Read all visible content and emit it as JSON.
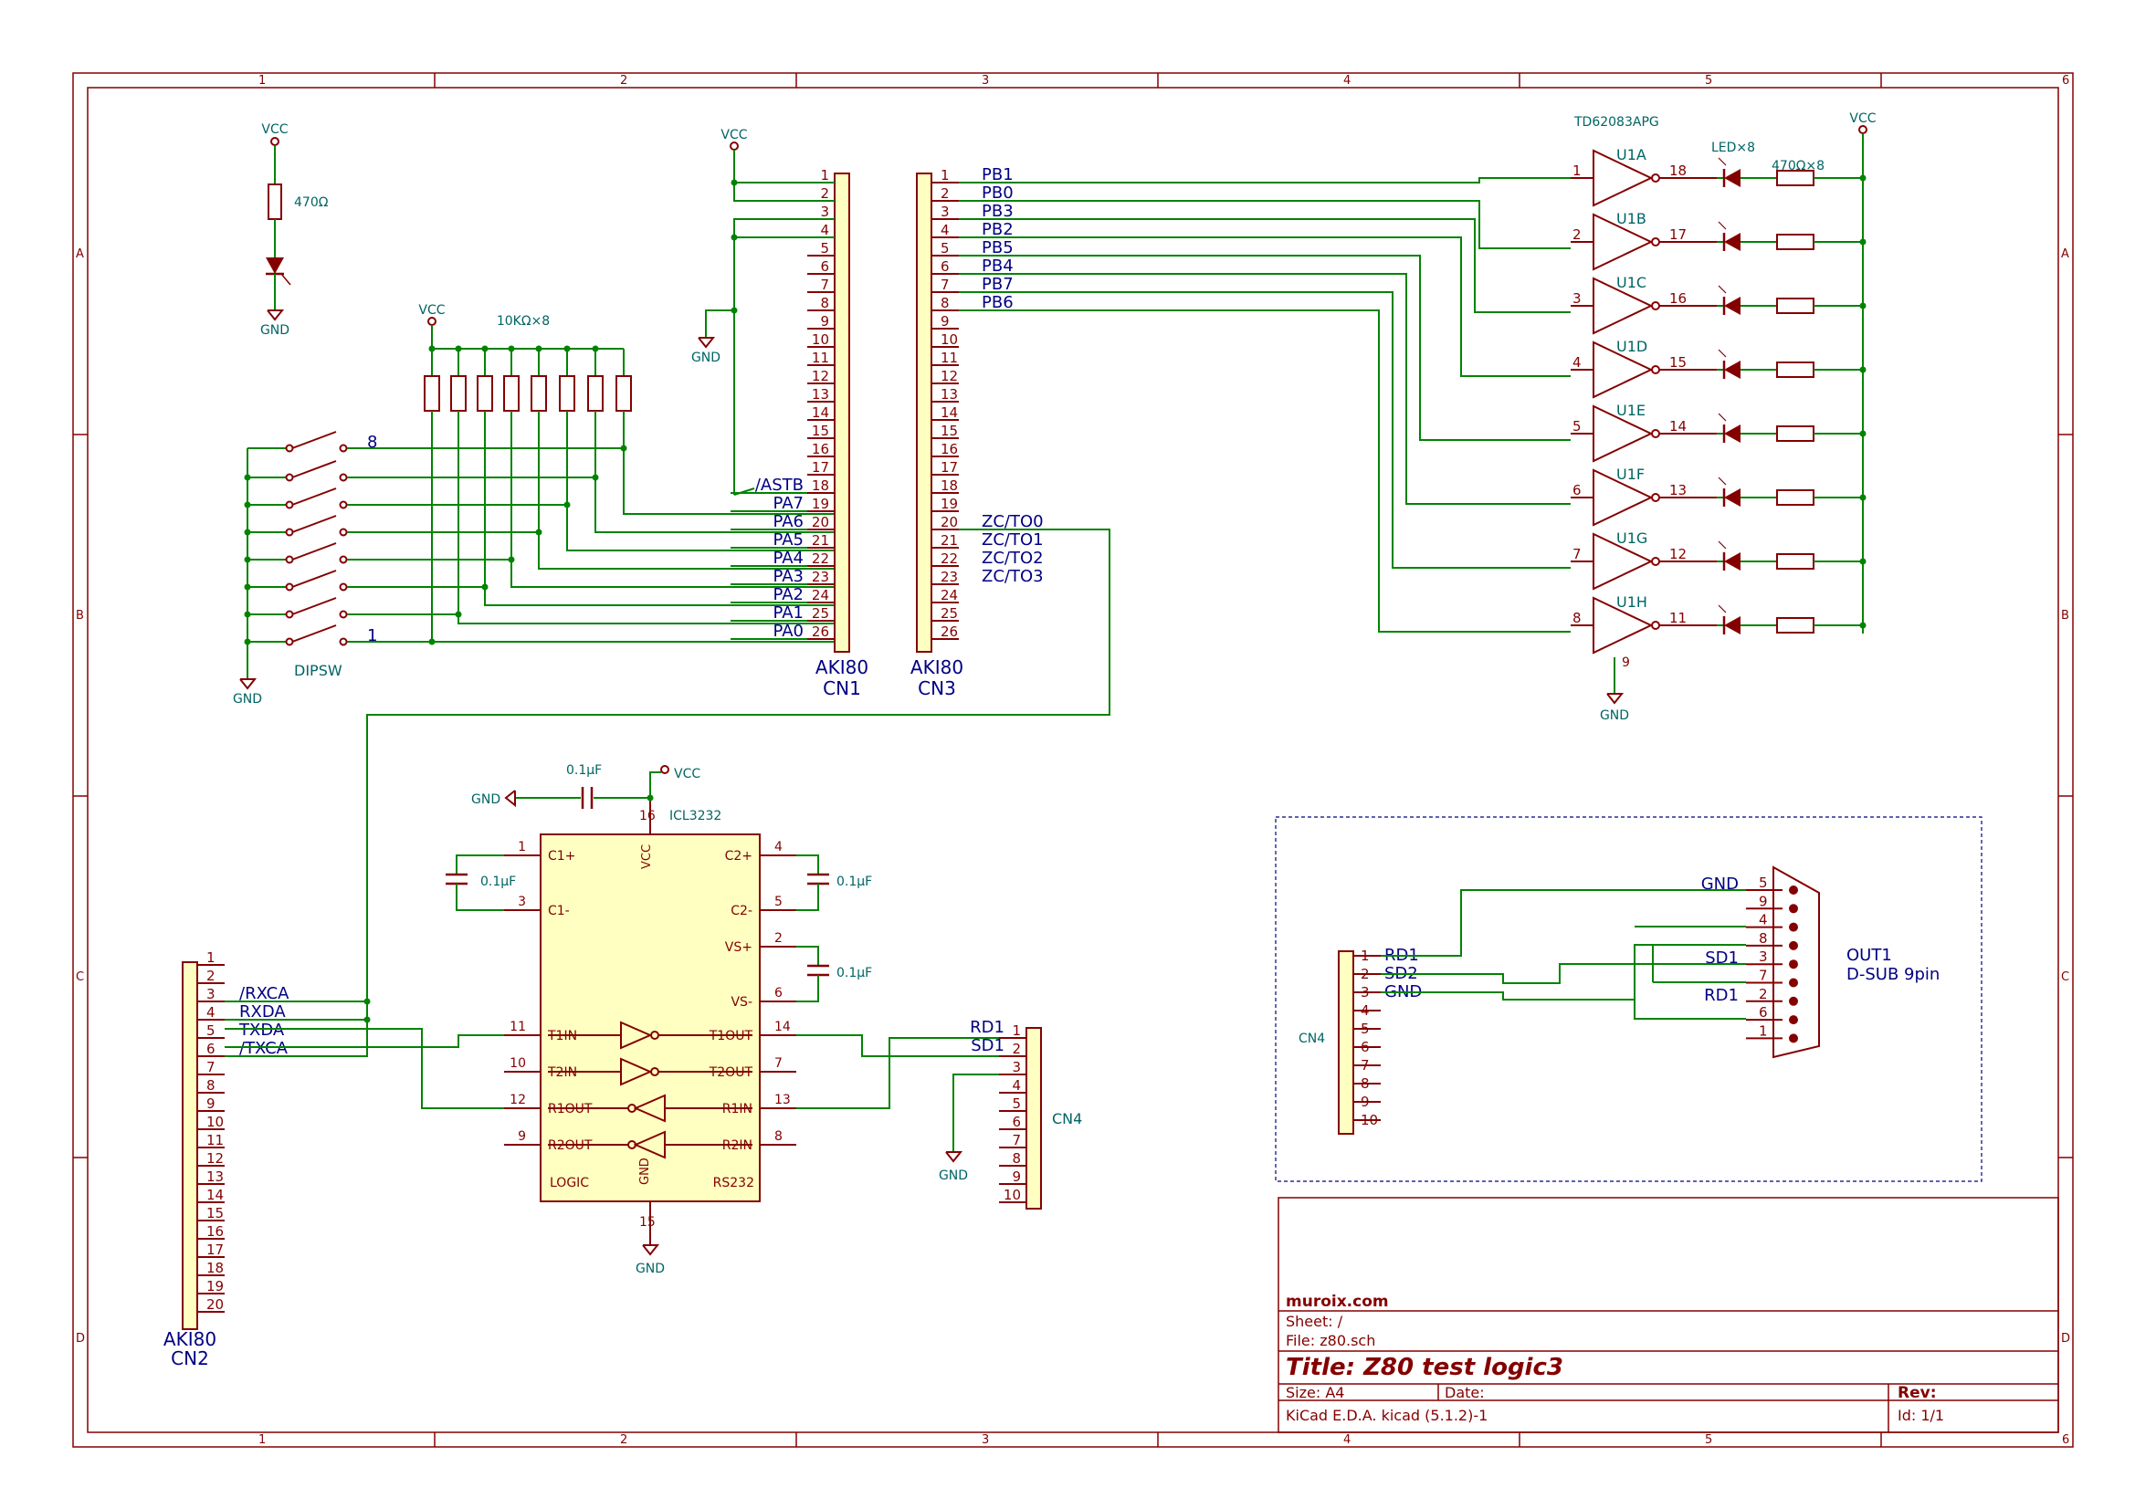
{
  "frame": {
    "columns": [
      "1",
      "2",
      "3",
      "4",
      "5",
      "6"
    ],
    "rows": [
      "A",
      "B",
      "C",
      "D"
    ]
  },
  "title_block": {
    "company": "muroix.com",
    "sheet": "Sheet: /",
    "file": "File: z80.sch",
    "title": "Title: Z80 test logic3",
    "size": "Size: A4",
    "date": "Date:",
    "rev": "Rev:",
    "tool": "KiCad E.D.A.  kicad (5.1.2)-1",
    "id": "Id: 1/1"
  },
  "power": {
    "vcc": "VCC",
    "gnd": "GND"
  },
  "led_indicator": {
    "resistor_value": "470Ω"
  },
  "resistor_array": {
    "value": "10KΩ×8"
  },
  "dipsw": {
    "ref": "DIPSW",
    "pin_first": "1",
    "pin_last": "8"
  },
  "cn1": {
    "name": "AKI80",
    "ref": "CN1",
    "pins": [
      "1",
      "2",
      "3",
      "4",
      "5",
      "6",
      "7",
      "8",
      "9",
      "10",
      "11",
      "12",
      "13",
      "14",
      "15",
      "16",
      "17",
      "18",
      "19",
      "20",
      "21",
      "22",
      "23",
      "24",
      "25",
      "26"
    ],
    "nets": {
      "18": "/ASTB",
      "19": "PA7",
      "20": "PA6",
      "21": "PA5",
      "22": "PA4",
      "23": "PA3",
      "24": "PA2",
      "25": "PA1",
      "26": "PA0"
    }
  },
  "cn3": {
    "name": "AKI80",
    "ref": "CN3",
    "pins": [
      "1",
      "2",
      "3",
      "4",
      "5",
      "6",
      "7",
      "8",
      "9",
      "10",
      "11",
      "12",
      "13",
      "14",
      "15",
      "16",
      "17",
      "18",
      "19",
      "20",
      "21",
      "22",
      "23",
      "24",
      "25",
      "26"
    ],
    "nets": {
      "1": "PB1",
      "2": "PB0",
      "3": "PB3",
      "4": "PB2",
      "5": "PB5",
      "6": "PB4",
      "7": "PB7",
      "8": "PB6",
      "20": "ZC/TO0",
      "21": "ZC/TO1",
      "22": "ZC/TO2",
      "23": "ZC/TO3"
    }
  },
  "driver": {
    "part": "TD62083APG",
    "led_label": "LED×8",
    "res_label": "470Ω×8",
    "gnd_pin": "9",
    "units": [
      {
        "ref": "U1A",
        "in": "1",
        "out": "18"
      },
      {
        "ref": "U1B",
        "in": "2",
        "out": "17"
      },
      {
        "ref": "U1C",
        "in": "3",
        "out": "16"
      },
      {
        "ref": "U1D",
        "in": "4",
        "out": "15"
      },
      {
        "ref": "U1E",
        "in": "5",
        "out": "14"
      },
      {
        "ref": "U1F",
        "in": "6",
        "out": "13"
      },
      {
        "ref": "U1G",
        "in": "7",
        "out": "12"
      },
      {
        "ref": "U1H",
        "in": "8",
        "out": "11"
      }
    ]
  },
  "icl3232": {
    "ref": "ICL3232",
    "vcc_pin": "16",
    "gnd_pin": "15",
    "vcc_label": "VCC",
    "gnd_label": "GND",
    "logic": "LOGIC",
    "rs232": "RS232",
    "cap": "0.1μF",
    "left_pins": [
      {
        "name": "C1+",
        "num": "1"
      },
      {
        "name": "C1-",
        "num": "3"
      },
      {
        "name": "T1IN",
        "num": "11"
      },
      {
        "name": "T2IN",
        "num": "10"
      },
      {
        "name": "R1OUT",
        "num": "12"
      },
      {
        "name": "R2OUT",
        "num": "9"
      }
    ],
    "right_pins": [
      {
        "name": "C2+",
        "num": "4"
      },
      {
        "name": "C2-",
        "num": "5"
      },
      {
        "name": "VS+",
        "num": "2"
      },
      {
        "name": "VS-",
        "num": "6"
      },
      {
        "name": "T1OUT",
        "num": "14"
      },
      {
        "name": "T2OUT",
        "num": "7"
      },
      {
        "name": "R1IN",
        "num": "13"
      },
      {
        "name": "R2IN",
        "num": "8"
      }
    ]
  },
  "cn2": {
    "name": "AKI80",
    "ref": "CN2",
    "pins": [
      "1",
      "2",
      "3",
      "4",
      "5",
      "6",
      "7",
      "8",
      "9",
      "10",
      "11",
      "12",
      "13",
      "14",
      "15",
      "16",
      "17",
      "18",
      "19",
      "20"
    ],
    "nets": {
      "3": "/RXCA",
      "4": "RXDA",
      "5": "TXDA",
      "6": "/TXCA"
    }
  },
  "cn4": {
    "ref": "CN4",
    "pins": [
      "1",
      "2",
      "3",
      "4",
      "5",
      "6",
      "7",
      "8",
      "9",
      "10"
    ],
    "nets": {
      "1": "RD1",
      "2": "SD1"
    }
  },
  "cn4b": {
    "ref": "CN4",
    "pins": [
      "1",
      "2",
      "3",
      "4",
      "5",
      "6",
      "7",
      "8",
      "9",
      "10"
    ],
    "nets": {
      "1": "RD1",
      "2": "SD2",
      "3": "GND"
    }
  },
  "dsub": {
    "ref": "OUT1",
    "value": "D-SUB 9pin",
    "pins": [
      "5",
      "9",
      "4",
      "8",
      "3",
      "7",
      "2",
      "6",
      "1"
    ],
    "nets": {
      "5": "GND",
      "3": "SD1",
      "2": "RD1"
    }
  }
}
